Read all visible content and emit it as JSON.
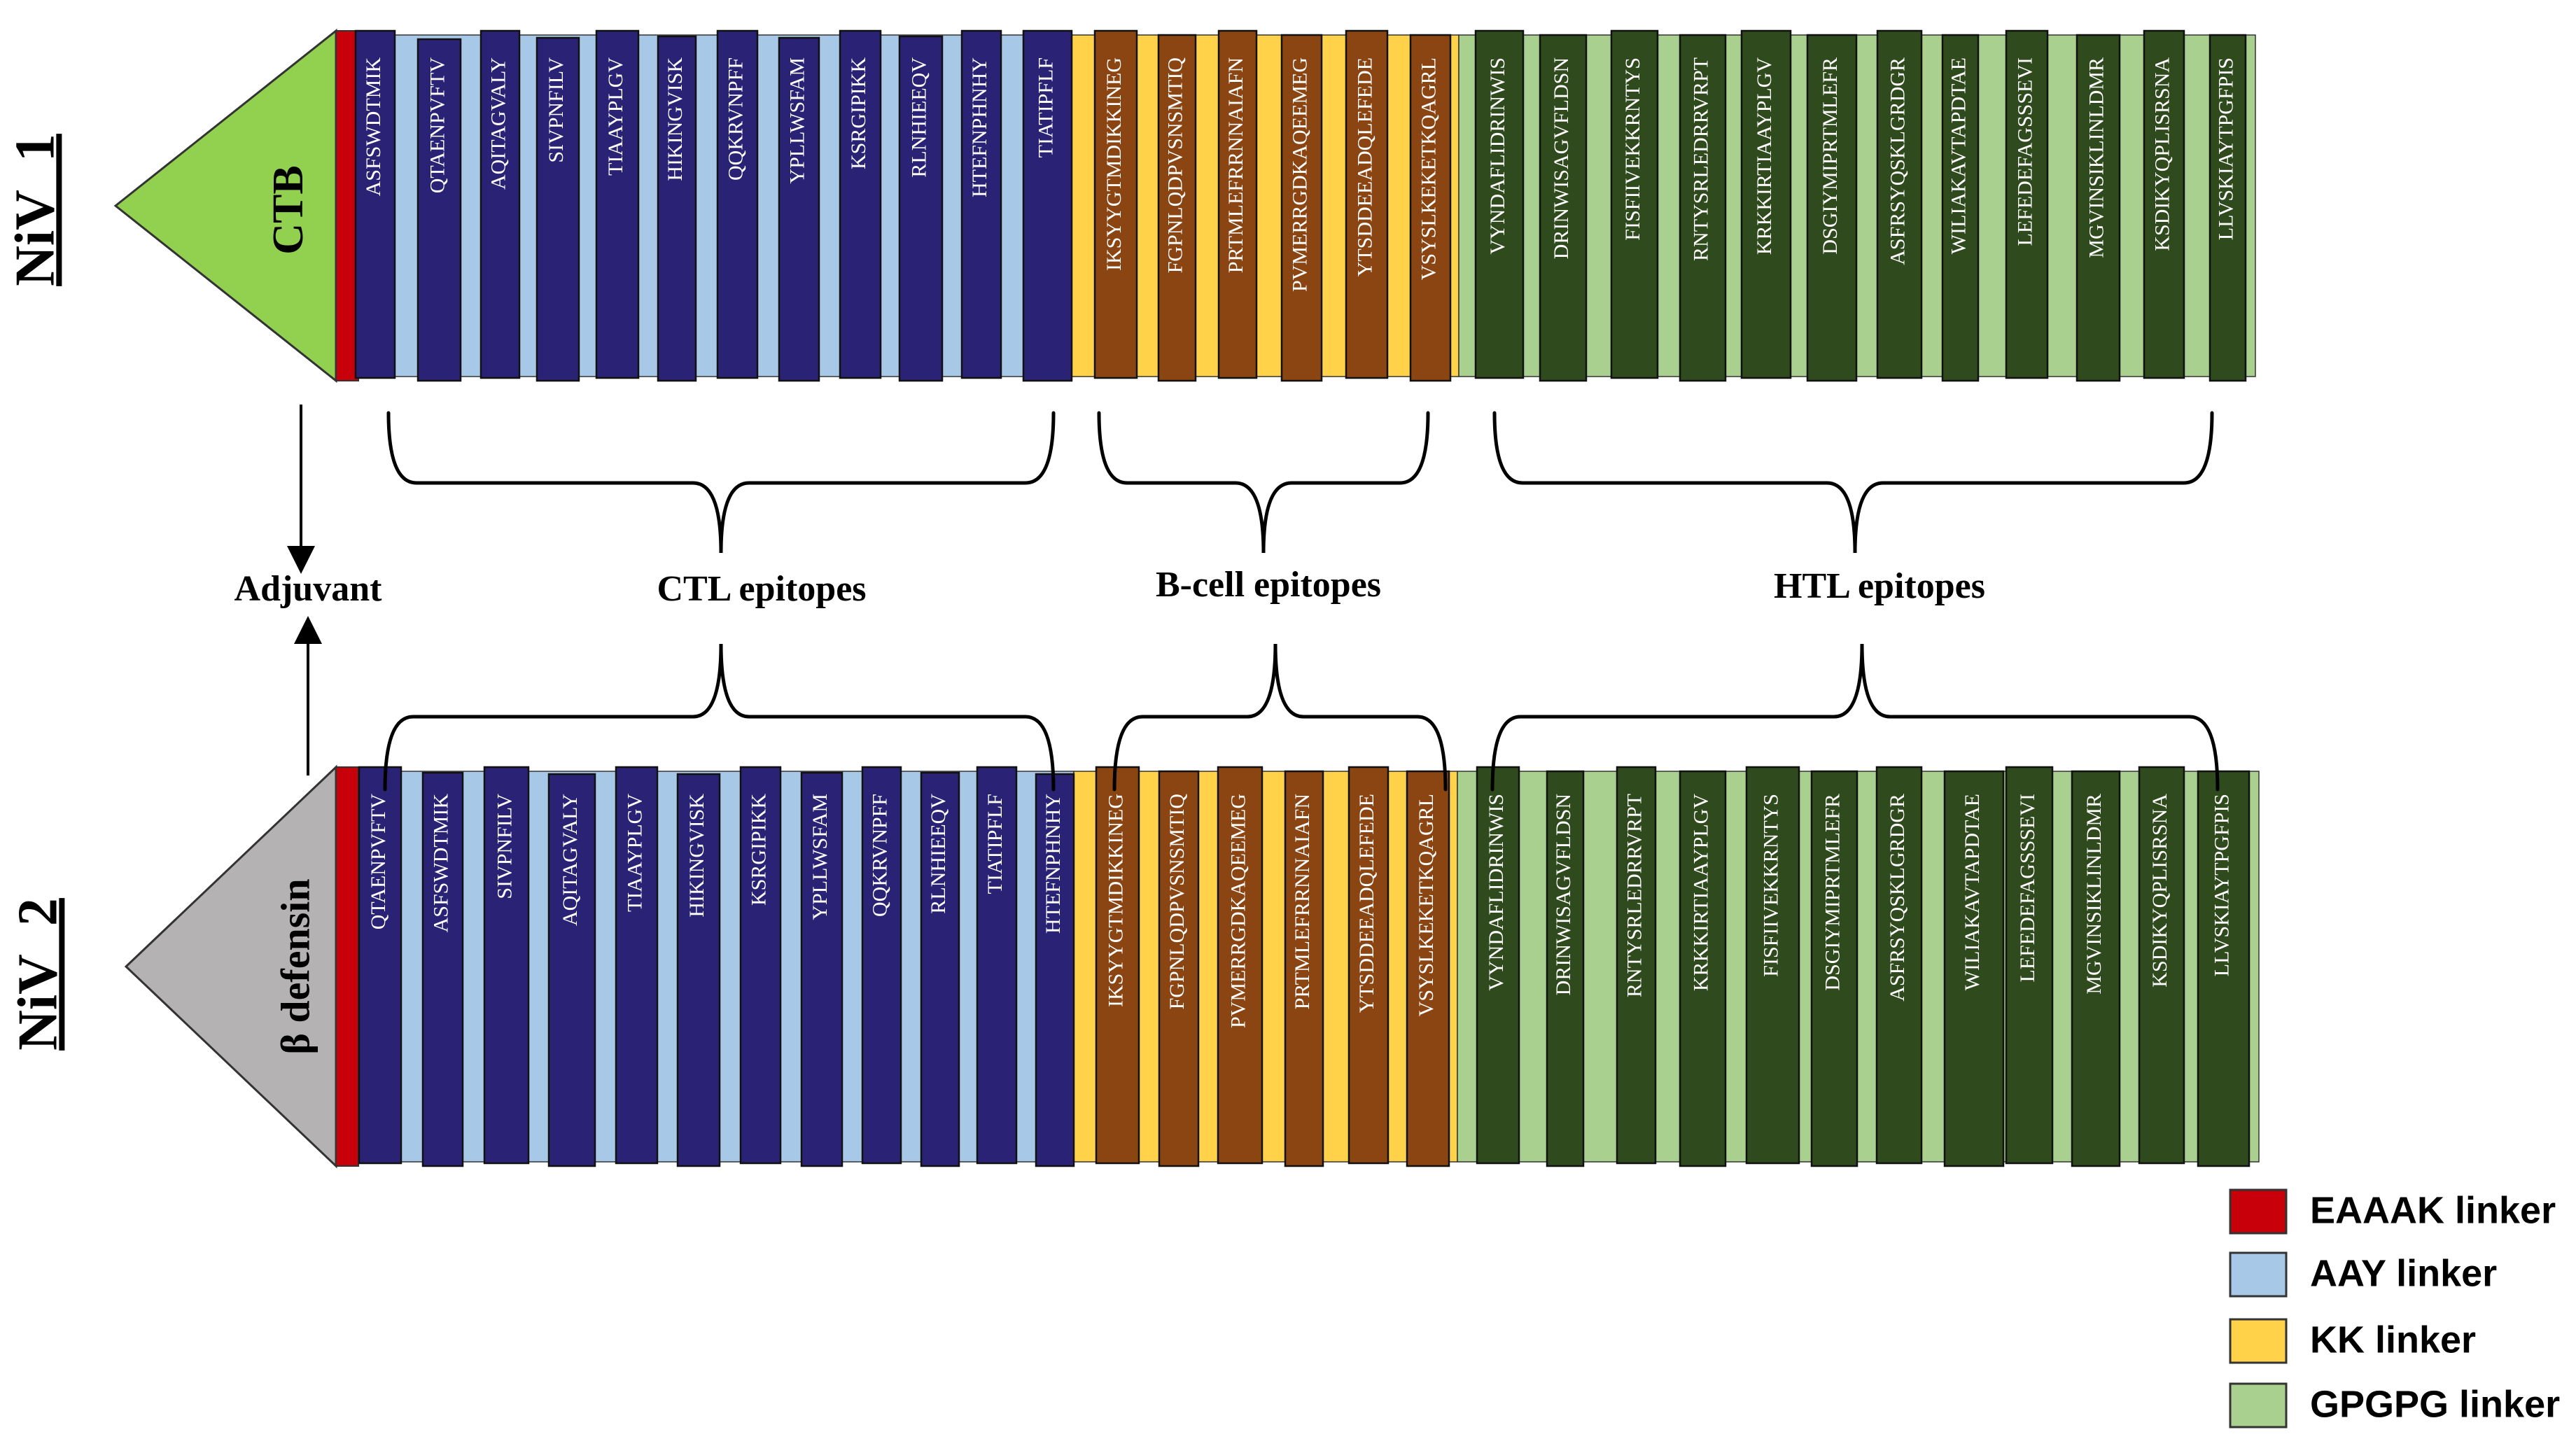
{
  "colors": {
    "eaaak": "#c8000a",
    "aay": "#a8c8e8",
    "kk": "#ffd24a",
    "gpgpg": "#a9d08e",
    "ctl": "#2a2275",
    "bcell": "#8b4513",
    "htl": "#2f4a1c",
    "ctb": "#92d050",
    "defensin": "#b4b2b2"
  },
  "constructs": [
    {
      "name": "NiV_1",
      "adjuvant": "CTB",
      "ctl": [
        "ASFSWDTMIK",
        "QTAENPVFTV",
        "AQITAGVALY",
        "SIVPNFILV",
        "TIAAYPLGV",
        "HIKINGVISK",
        "QQKRVNPFF",
        "YPLLWSFAM",
        "KSRGIPIKK",
        "RLNHIEEQV",
        "HTEFNPHNHY",
        "TIATIPFLF"
      ],
      "bcell": [
        "IKSYYGTMDIKKINEG",
        "FGPNLQDPVSNSMTIQ",
        "PRTMLEFRRNNAIAFN",
        "PVMERRGDKAQEEMEG",
        "YTSDDEEADQLEFEDE",
        "VSYSLKEKETKQAGRL"
      ],
      "htl": [
        "VYNDAFLIDRINWIS",
        "DRINWISAGVFLDSN",
        "FISFIIVEKKRNTYS",
        "RNTYSRLEDRRVRPT",
        "KRKKIRTIAAYPLGV",
        "DSGIYMIPRTMLEFR",
        "ASFRSYQSKLGRDGR",
        "WILIAKAVTAPDTAE",
        "LEFEDEFAGSSSEVI",
        "MGVINSIKLINLDMR",
        "KSDIKYQPLISRSNA",
        "LLVSKIAYTPGFPIS"
      ]
    },
    {
      "name": "NiV_2",
      "adjuvant": "β defensin",
      "ctl": [
        "QTAENPVFTV",
        "ASFSWDTMIK",
        "SIVPNFILV",
        "AQITAGVALY",
        "TIAAYPLGV",
        "HIKINGVISK",
        "KSRGIPIKK",
        "YPLLWSFAM",
        "QQKRVNPFF",
        "RLNHIEEQV",
        "TIATIPFLF",
        "HTEFNPHNHY"
      ],
      "bcell": [
        "IKSYYGTMDIKKINEG",
        "FGPNLQDPVSNSMTIQ",
        "PVMERRGDKAQEEMEG",
        "PRTMLEFRRNNAIAFN",
        "YTSDDEEADQLEFEDE",
        "VSYSLKEKETKQAGRL"
      ],
      "htl": [
        "VYNDAFLIDRINWIS",
        "DRINWISAGVFLDSN",
        "RNTYSRLEDRRVRPT",
        "KRKKIRTIAAYPLGV",
        "FISFIIVEKKRNTYS",
        "DSGIYMIPRTMLEFR",
        "ASFRSYQSKLGRDGR",
        "WILIAKAVTAPDTAE",
        "LEFEDEFAGSSSEVI",
        "MGVINSIKLINLDMR",
        "KSDIKYQPLISRSNA",
        "LLVSKIAYTPGFPIS"
      ]
    }
  ],
  "labels": {
    "adjuvant": "Adjuvant",
    "ctl": "CTL epitopes",
    "bcell": "B-cell epitopes",
    "htl": "HTL epitopes"
  },
  "legend": [
    {
      "label": "EAAAK linker",
      "color": "#c8000a"
    },
    {
      "label": "AAY linker",
      "color": "#a8c8e8"
    },
    {
      "label": "KK linker",
      "color": "#ffd24a"
    },
    {
      "label": "GPGPG linker",
      "color": "#a9d08e"
    }
  ]
}
